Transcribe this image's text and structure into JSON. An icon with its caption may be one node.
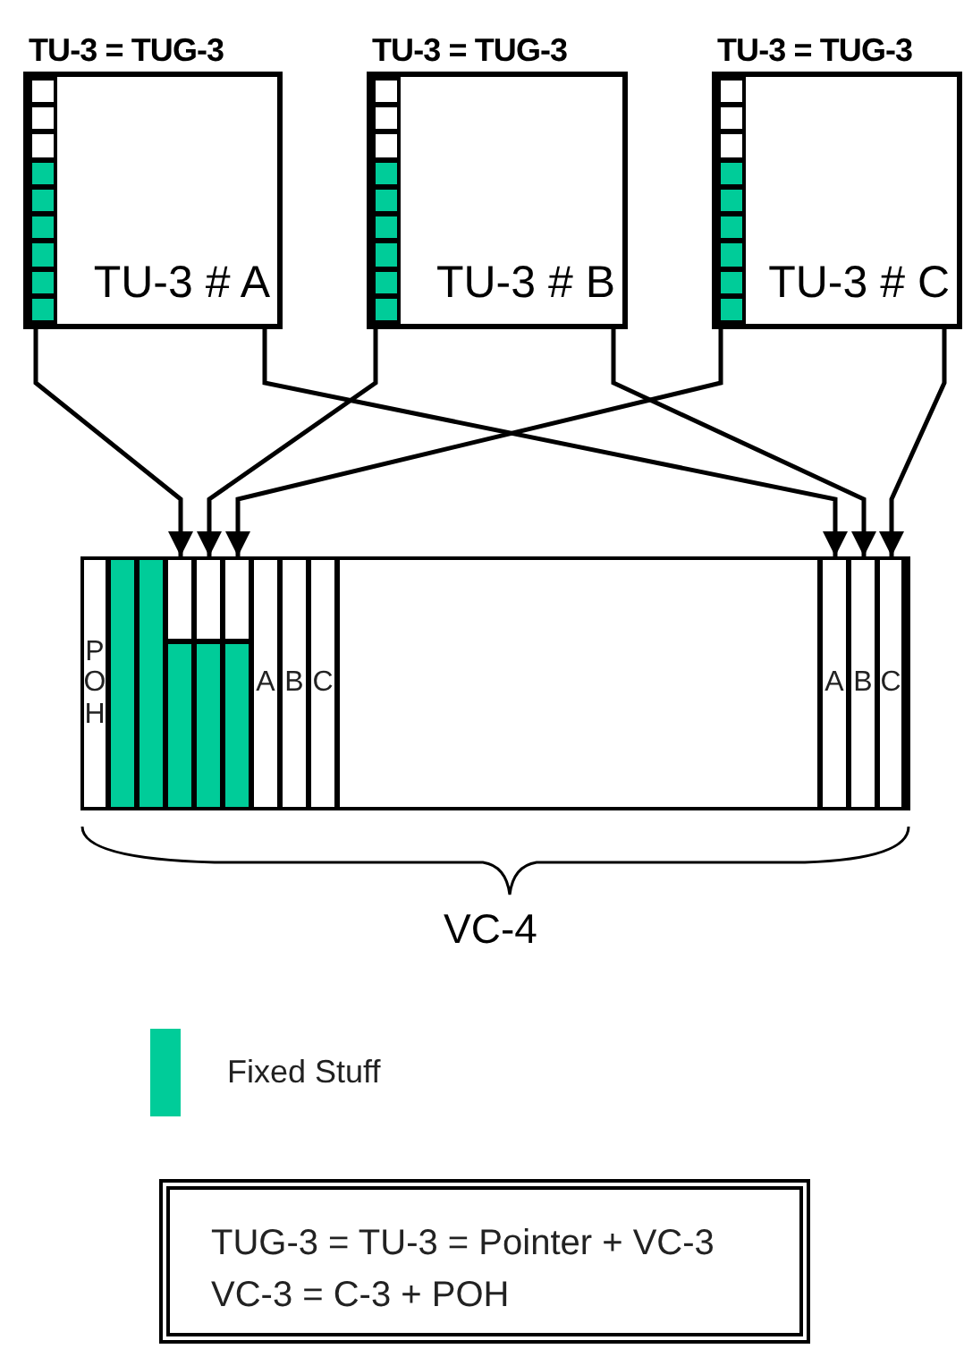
{
  "diagram": {
    "nodes": [
      {
        "text": [
          "TU-3 = TUG-3",
          "TU-3 # A"
        ]
      },
      {
        "text": [
          "TU-3 = TUG-3",
          "TU-3 # B"
        ]
      },
      {
        "text": [
          "TU-3 = TUG-3",
          "TU-3 # C"
        ]
      },
      {
        "text": [],
        "shape": "box",
        "beside": [
          "VC-4"
        ]
      },
      {
        "text": [
          "POH"
        ],
        "in": 3
      },
      {
        "text": [],
        "shape": "bar",
        "in": 3
      },
      {
        "text": [],
        "shape": "bar",
        "in": 3
      },
      {
        "text": [],
        "shape": "box",
        "in": 3
      },
      {
        "text": [],
        "shape": "box",
        "in": 3
      },
      {
        "text": [],
        "shape": "box",
        "in": 3
      },
      {
        "text": [
          "A"
        ],
        "in": 3
      },
      {
        "text": [
          "B"
        ],
        "in": 3
      },
      {
        "text": [
          "C"
        ],
        "in": 3
      },
      {
        "text": [
          "A"
        ],
        "in": 3
      },
      {
        "text": [
          "B"
        ],
        "in": 3
      },
      {
        "text": [
          "C"
        ],
        "in": 3
      },
      {
        "text": [
          "TUG-3 = TU-3 = Pointer + VC-3",
          "VC-3 = C-3 + POH"
        ]
      }
    ],
    "edges": [
      {
        "from": 0,
        "to": 7,
        "arrow": "to"
      },
      {
        "from": 1,
        "to": 8,
        "arrow": "to"
      },
      {
        "from": 2,
        "to": 9,
        "arrow": "to"
      },
      {
        "from": 0,
        "to": 13,
        "arrow": "to"
      },
      {
        "from": 1,
        "to": 14,
        "arrow": "to"
      },
      {
        "from": 2,
        "to": 15,
        "arrow": "to"
      }
    ],
    "legend": [
      {
        "text": "Fixed Stuff",
        "color": "#00cc99"
      }
    ]
  }
}
